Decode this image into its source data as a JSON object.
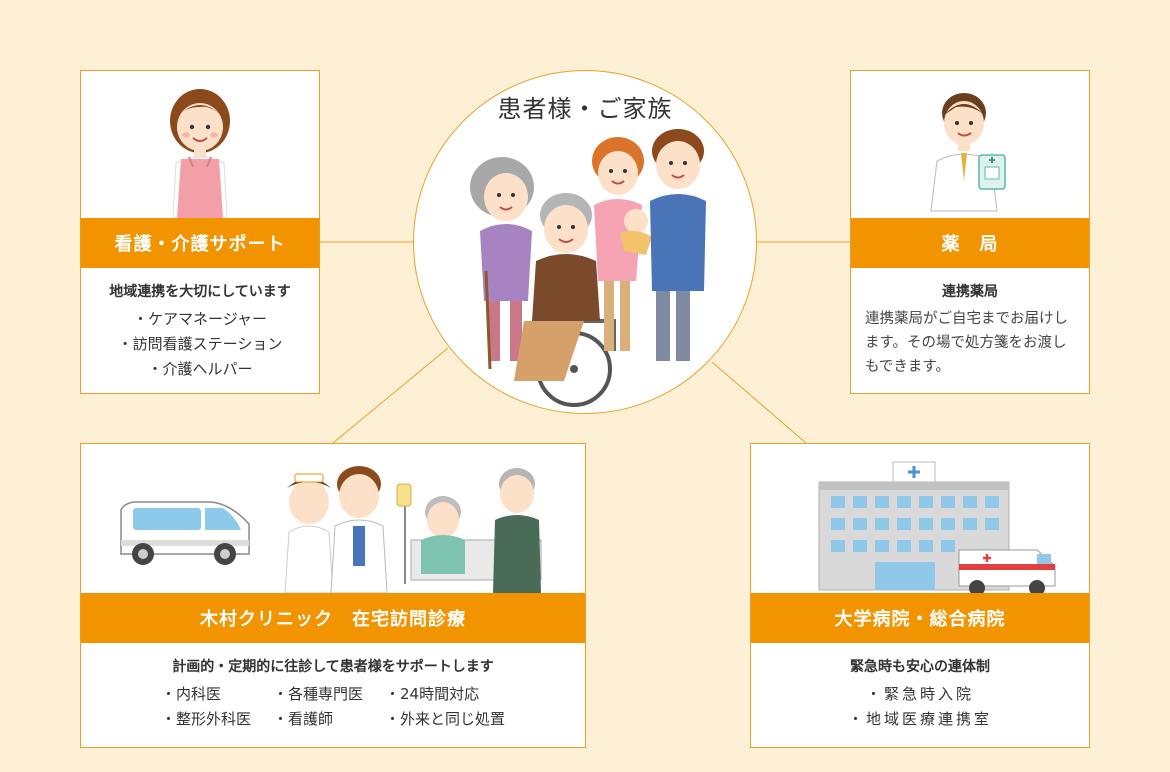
{
  "center": {
    "title": "患者様・ご家族"
  },
  "nursing": {
    "header": "看護・介護サポート",
    "subtitle": "地域連携を大切にしています",
    "items": [
      "・ケアマネージャー",
      "・訪問看護ステーション",
      "・介護ヘルパー"
    ]
  },
  "pharmacy": {
    "header": "薬　局",
    "subtitle": "連携薬局",
    "description": "連携薬局がご自宅までお届けします。その場で処方箋をお渡しもできます。"
  },
  "clinic": {
    "header": "木村クリニック　在宅訪問診療",
    "subtitle": "計画的・定期的に往診して患者様をサポートします",
    "col1": [
      "・内科医",
      "・整形外科医"
    ],
    "col2": [
      "・各種専門医",
      "・看護師"
    ],
    "col3": [
      "・24時間対応",
      "・外来と同じ処置"
    ]
  },
  "hospital": {
    "header": "大学病院・総合病院",
    "subtitle": "緊急時も安心の連体制",
    "items": [
      "・緊急時入院",
      "・地域医療連携室"
    ]
  },
  "colors": {
    "accent": "#f29400",
    "border": "#e9a02a",
    "background": "#fdf0d5"
  }
}
